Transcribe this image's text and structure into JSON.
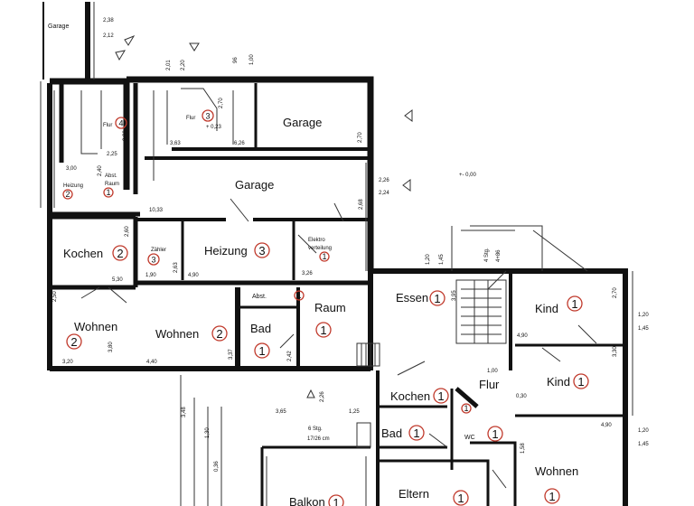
{
  "rooms": {
    "garage_top_left": "Garage",
    "flur4": "Flur",
    "flur3": "Flur",
    "garage_top_right": "Garage",
    "garage_middle": "Garage",
    "heizung_small": "Heizung",
    "abst_raum_line1": "Abst.",
    "abst_raum_line2": "Raum",
    "kochen_left": "Kochen",
    "zaehler": "Zähler",
    "heizung_main": "Heizung",
    "elektroverteilung_line1": "Elektro",
    "elektroverteilung_line2": "verteilung",
    "wohnen_left": "Wohnen",
    "wohnen_center": "Wohnen",
    "abst_small": "Abst.",
    "raum": "Raum",
    "bad_left": "Bad",
    "essen": "Essen",
    "kind_top": "Kind",
    "kind_bottom": "Kind",
    "flur_right": "Flur",
    "kochen_right": "Kochen",
    "bad_right": "Bad",
    "wc": "WC",
    "wohnen_right": "Wohnen",
    "eltern": "Eltern",
    "balkon": "Balkon"
  },
  "markers": {
    "m_flur4": "4",
    "m_flur3": "3",
    "m_heizung_small": "2",
    "m_abst_raum": "1",
    "m_kochen_left": "2",
    "m_zaehler": "3",
    "m_heizung_main": "3",
    "m_elektro": "1",
    "m_wohnen_left": "2",
    "m_wohnen_center": "2",
    "m_abst_small": "1",
    "m_bad_left": "1",
    "m_raum": "1",
    "m_essen": "1",
    "m_kind_top": "1",
    "m_kind_bottom": "1",
    "m_flur_right": "1",
    "m_kochen_right": "1",
    "m_bad_right": "1",
    "m_wc": "1",
    "m_wohnen_right": "1",
    "m_eltern": "1",
    "m_balkon": "1"
  },
  "dims": {
    "d_238": "2,38",
    "d_212": "2,12",
    "d_201": "2,01",
    "d_220": "2,20",
    "d_96": "96",
    "d_100": "1,00",
    "d_270a": "2,70",
    "d_330": "3,30",
    "d_225": "2,25",
    "d_363": "3,63",
    "d_626": "6,26",
    "d_023": "+ 0,23",
    "d_270b": "2,70",
    "d_300": "3,00",
    "d_240": "2,40",
    "d_1033": "10,33",
    "d_226": "2,26",
    "d_224": "2,24",
    "d_268": "2,68",
    "d_000": "+- 0,00",
    "d_260": "2,60",
    "d_530": "5,30",
    "d_190": "1,90",
    "d_263": "2,63",
    "d_490a": "4,90",
    "d_326": "3,26",
    "d_120a": "1,20",
    "d_145a": "1,45",
    "d_250": "2,50",
    "d_270c": "2,70",
    "d_120b": "1,20",
    "d_145b": "1,45",
    "d_395": "3,95",
    "d_490b": "4,90",
    "d_100b": "1,00",
    "d_330b": "3,30",
    "d_320": "3,20",
    "d_380": "3,80",
    "d_440": "4,40",
    "d_337": "3,37",
    "d_242": "2,42",
    "d_030": "0,30",
    "d_226b": "2,26",
    "d_365": "3,65",
    "d_125": "1,25",
    "d_stg": "6 Stg.",
    "d_1726": "17/26 cm",
    "d_348": "3,48",
    "d_130": "1,30",
    "d_036": "0,36",
    "d_158": "1,58",
    "d_490c": "4,90",
    "d_120c": "1,20",
    "d_145c": "1,45",
    "d_stair_r": "4 Stg.",
    "d_stair_r2": "4+86"
  }
}
